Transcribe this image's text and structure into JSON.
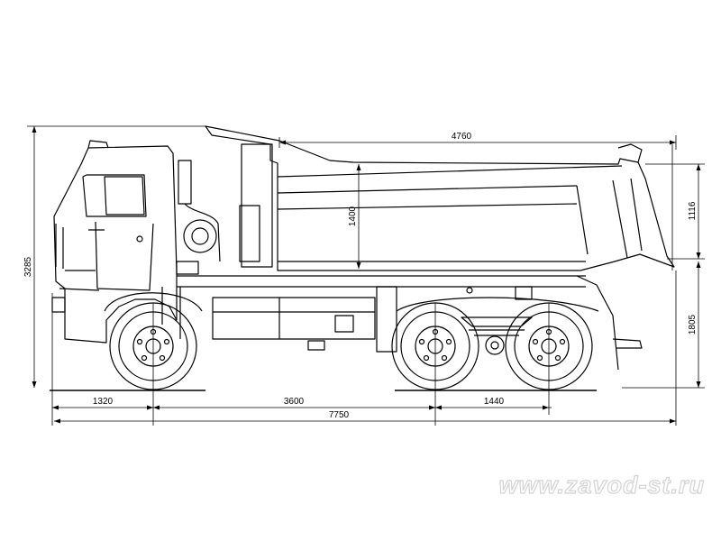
{
  "dimensions": {
    "body_length": "4760",
    "body_height": "1116",
    "body_depth": "1400",
    "overall_height": "3285",
    "frame_height": "1805",
    "front_overhang": "1320",
    "wheelbase_front": "3600",
    "wheelbase_rear": "1440",
    "overall_length": "7750"
  },
  "watermark": "www.zavod-st.ru"
}
